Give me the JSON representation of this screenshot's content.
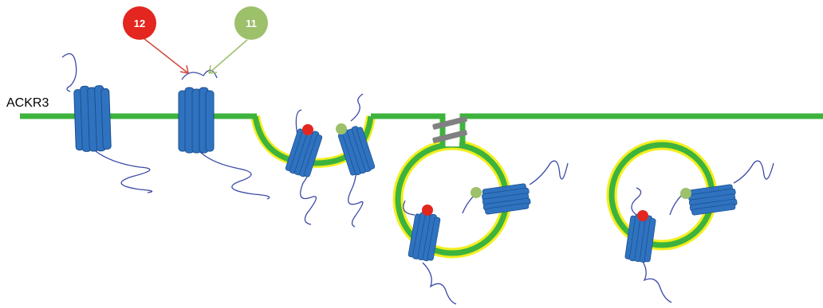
{
  "receptor_label": "ACKR3",
  "ligands": [
    {
      "id": "ligand-12",
      "label": "12",
      "color": "#e3261f"
    },
    {
      "id": "ligand-11",
      "label": "11",
      "color": "#9dc06a"
    }
  ],
  "colors": {
    "membrane": "#3db33d",
    "membrane_outline": "#f3ee1e",
    "receptor_fill": "#2f73c0",
    "receptor_stroke": "#1c4e8c",
    "tail": "#3a4aa8",
    "dynamin": "#808080",
    "arrow_red": "#d24a3d",
    "arrow_green": "#9dc06a"
  }
}
